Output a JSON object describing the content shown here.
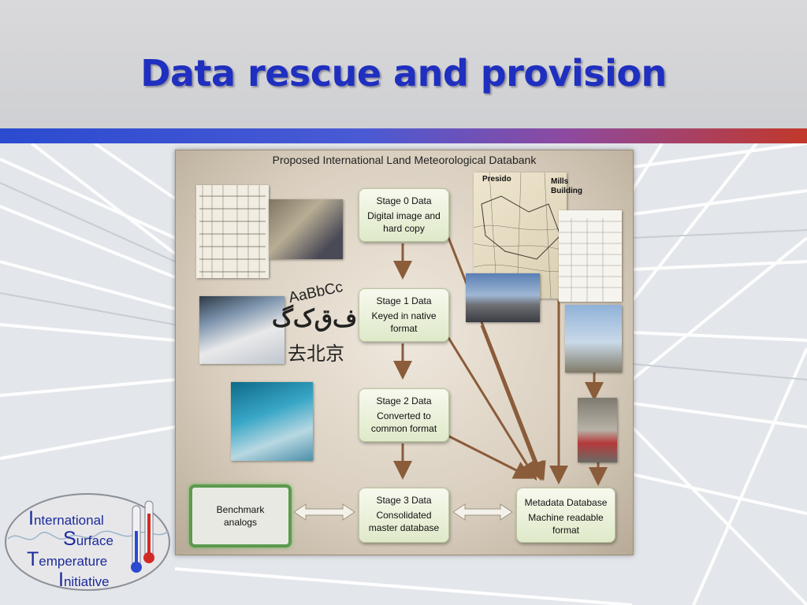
{
  "slide": {
    "title": "Data rescue and provision"
  },
  "diagram": {
    "title": "Proposed International Land Meteorological Databank",
    "stages": [
      {
        "heading": "Stage 0 Data",
        "desc_line1": "Digital image and",
        "desc_line2": "hard copy"
      },
      {
        "heading": "Stage 1 Data",
        "desc_line1": "Keyed in native",
        "desc_line2": "format"
      },
      {
        "heading": "Stage 2 Data",
        "desc_line1": "Converted to",
        "desc_line2": "common format"
      },
      {
        "heading": "Stage 3 Data",
        "desc_line1": "Consolidated",
        "desc_line2": "master database"
      }
    ],
    "benchmark": {
      "line1": "Benchmark",
      "line2": "analogs"
    },
    "metadata": {
      "line1": "Metadata Database",
      "line2": "Machine readable",
      "line3": "format"
    },
    "map_labels": {
      "presido": "Presido",
      "mills1": "Mills",
      "mills2": "Building"
    },
    "script_samples": {
      "latin": "AaBbCc",
      "arabic": "ﻑﻕﮎﮒ",
      "chinese": "去北京"
    }
  },
  "logo": {
    "line1_cap": "I",
    "line1_rest": "nternational",
    "line2_cap": "S",
    "line2_rest": "urface",
    "line3_cap": "T",
    "line3_rest": "emperature",
    "line4_cap": "I",
    "line4_rest": "nitiative"
  },
  "colors": {
    "title": "#1f2fbf",
    "arrow": "#8a5c3a",
    "benchmark_border": "#5b9a4d"
  }
}
